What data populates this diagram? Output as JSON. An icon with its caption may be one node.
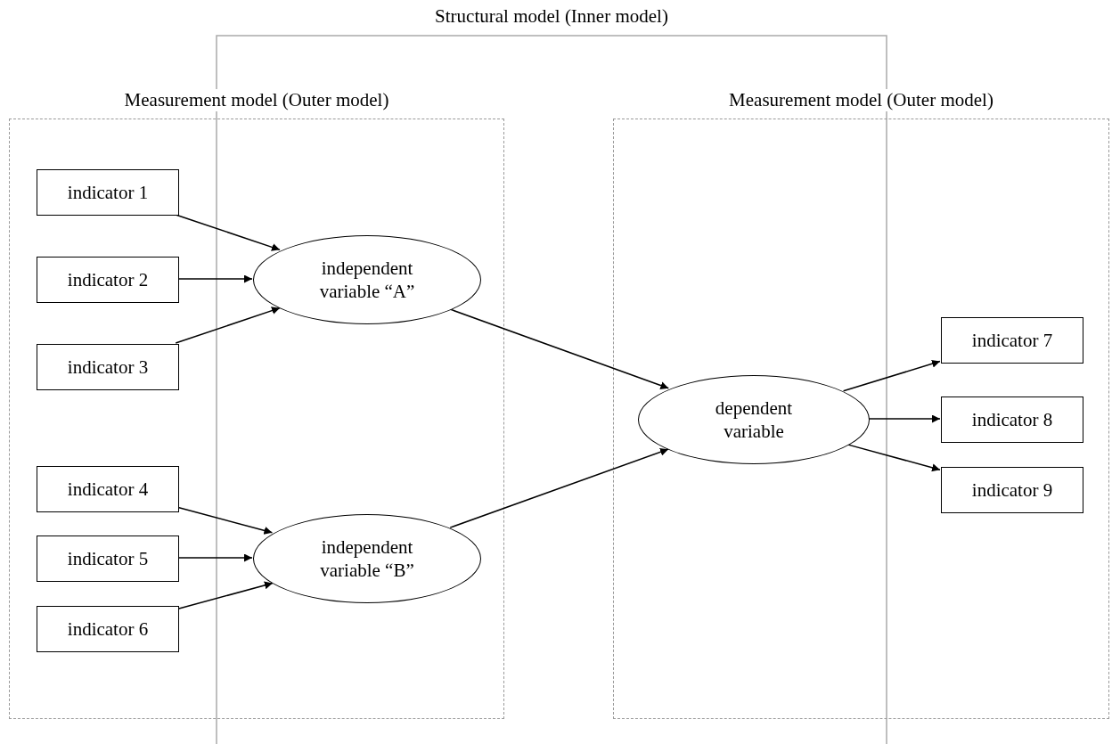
{
  "diagram": {
    "nodes": [
      {
        "text": [
          "Measurement model (Outer model)"
        ]
      },
      {
        "text": [
          "Measurement model (Outer model)"
        ]
      },
      {
        "text": [
          "indicator 1"
        ],
        "in": 0
      },
      {
        "text": [
          "indicator 2"
        ],
        "in": 0
      },
      {
        "text": [
          "indicator 3"
        ],
        "in": 0
      },
      {
        "text": [
          "indicator 4"
        ],
        "in": 0
      },
      {
        "text": [
          "indicator 5"
        ],
        "in": 0
      },
      {
        "text": [
          "indicator 6"
        ],
        "in": 0
      },
      {
        "text": [
          "independent variable “A”"
        ],
        "in": 0
      },
      {
        "text": [
          "independent variable “B”"
        ],
        "in": 0
      },
      {
        "text": [
          "dependent variable"
        ],
        "in": 1
      },
      {
        "text": [
          "indicator 7"
        ],
        "in": 1
      },
      {
        "text": [
          "indicator 8"
        ],
        "in": 1
      },
      {
        "text": [
          "indicator 9"
        ],
        "in": 1
      }
    ],
    "edges": [
      {
        "from": 2,
        "to": 8,
        "arrow": "to"
      },
      {
        "from": 3,
        "to": 8,
        "arrow": "to"
      },
      {
        "from": 4,
        "to": 8,
        "arrow": "to"
      },
      {
        "from": 5,
        "to": 9,
        "arrow": "to"
      },
      {
        "from": 6,
        "to": 9,
        "arrow": "to"
      },
      {
        "from": 7,
        "to": 9,
        "arrow": "to"
      },
      {
        "from": 8,
        "to": 10,
        "arrow": "to"
      },
      {
        "from": 9,
        "to": 10,
        "arrow": "to"
      },
      {
        "from": 10,
        "to": 11,
        "arrow": "to"
      },
      {
        "from": 10,
        "to": 12,
        "arrow": "to"
      },
      {
        "from": 10,
        "to": 13,
        "arrow": "to"
      }
    ],
    "labels": [
      "Structural model (Inner model)"
    ]
  }
}
